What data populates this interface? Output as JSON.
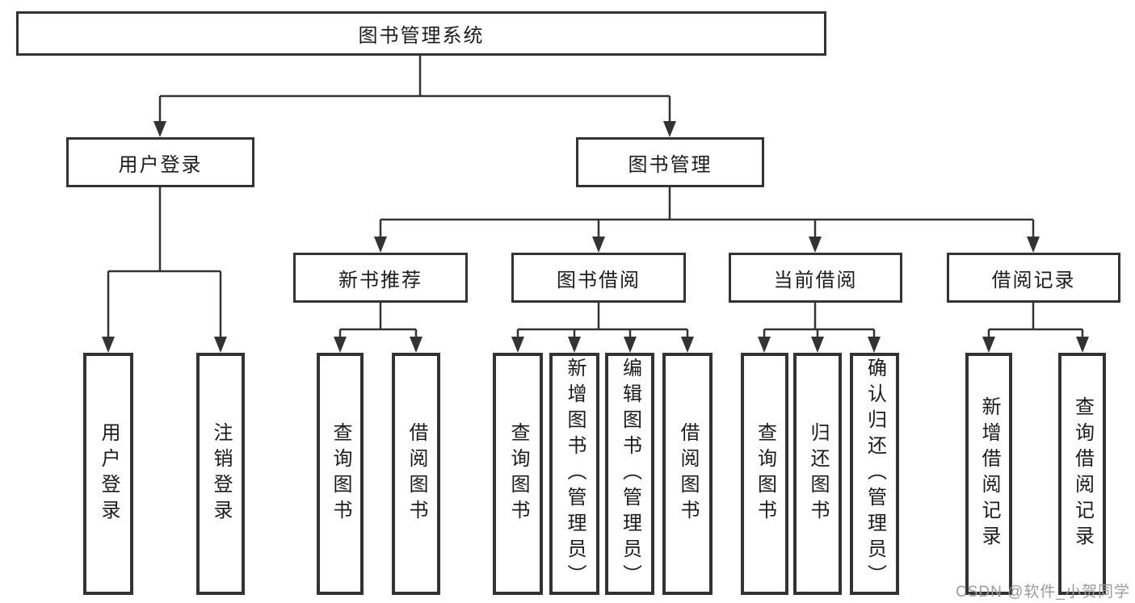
{
  "diagram": {
    "root": "图书管理系统",
    "branches": {
      "user_login": "用户登录",
      "book_mgmt": "图书管理"
    },
    "modules": {
      "new_book_rec": "新书推荐",
      "book_borrow": "图书借阅",
      "current_borrow": "当前借阅",
      "borrow_records": "借阅记录"
    },
    "leaves": {
      "user_login": [
        "用户登录",
        "注销登录"
      ],
      "new_book_rec": [
        "查询图书",
        "借阅图书"
      ],
      "book_borrow": [
        "查询图书",
        "新增图书（管理员）",
        "编辑图书（管理员）",
        "借阅图书"
      ],
      "current_borrow": [
        "查询图书",
        "归还图书",
        "确认归还（管理员）"
      ],
      "borrow_records": [
        "新增借阅记录",
        "查询借阅记录"
      ]
    }
  },
  "watermark": "CSDN @软件_小贺同学",
  "colors": {
    "line": "#333333",
    "text": "#1b1b1b",
    "watermark_text": "#9b9b9b",
    "background": "#ffffff"
  }
}
